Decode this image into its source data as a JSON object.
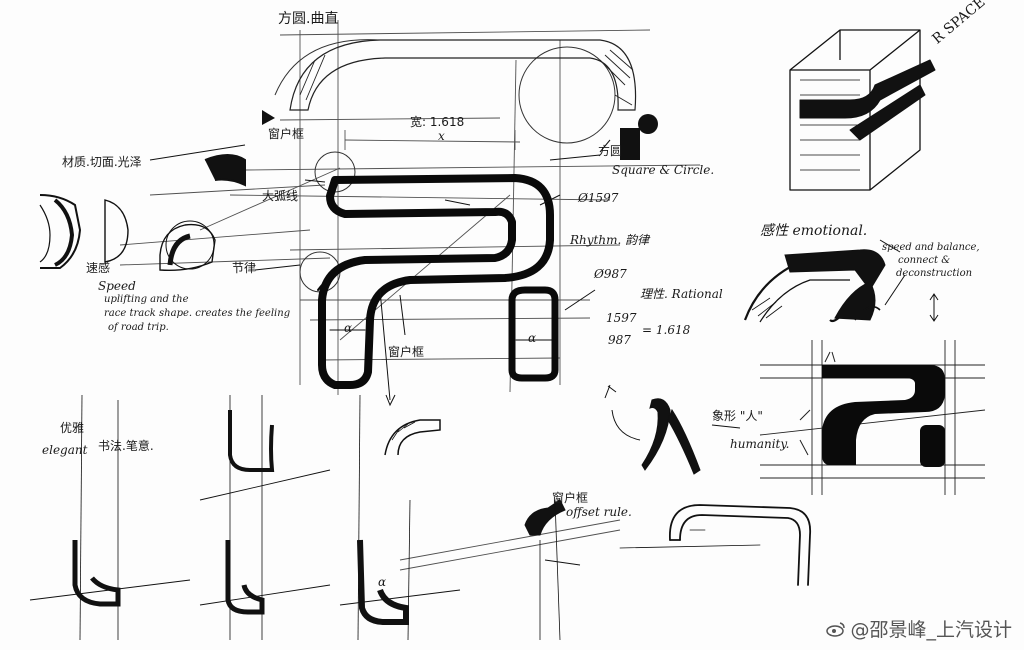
{
  "annotations": {
    "fangyuan_quzhi": "方圆.曲直",
    "materials": "材质.切面.光泽",
    "speed_cn": "速感",
    "speed_en": "Speed",
    "uplifting": "uplifting and the",
    "racetrack": "race track shape. creates the feeling",
    "roadtrip": "of road trip.",
    "window_top": "窗户框",
    "big_line": "大弧线",
    "rhythm_label": "节律",
    "width_ratio": "宽: 1.618",
    "x_mark": "x",
    "square_circle_cn": "方圆",
    "square_circle_en": "Square & Circle.",
    "d1597": "Ø1597",
    "rhythm": "Rhythm. 韵律",
    "d987": "Ø987",
    "rational": "理性. Rational",
    "ratio_num": "1597",
    "ratio_den": "987",
    "ratio_val": "= 1.618",
    "window_bottom": "窗户框",
    "emotional": "感性 emotional.",
    "speed_balance_1": "speed and balance,",
    "speed_balance_2": "connect &",
    "speed_balance_3": "deconstruction",
    "humanity_cn": "象形 \"人\"",
    "humanity_en": "humanity.",
    "elegant_cn": "优雅",
    "elegant_en": "elegant",
    "calligraphy": "书法.笔意.",
    "offset_cn": "窗户框",
    "offset_en": "offset rule.",
    "brand": "R SPACE",
    "alpha": "α",
    "alpha_b": "α",
    "alpha_c": "α",
    "watermark": "@邵景峰_上汽设计"
  }
}
